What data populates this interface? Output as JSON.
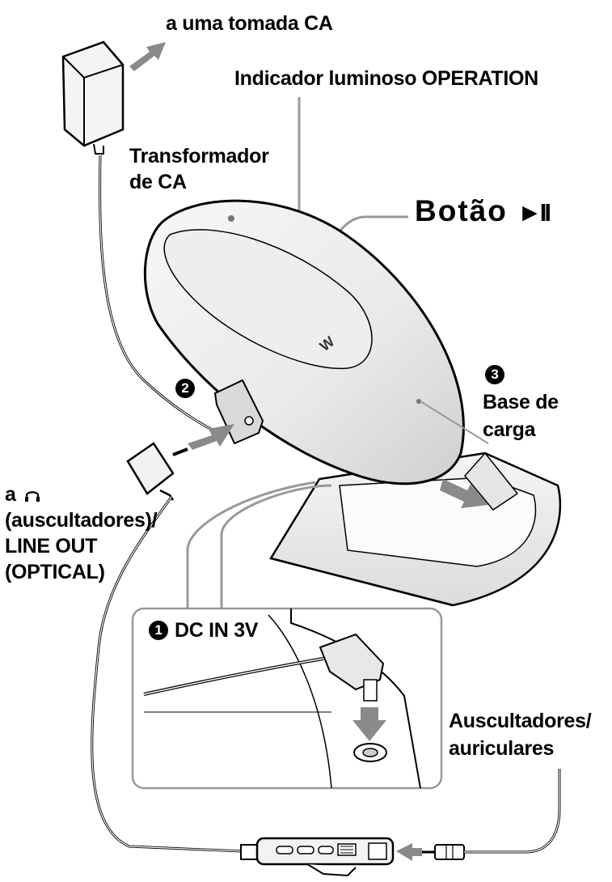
{
  "labels": {
    "ac_outlet": "a uma tomada CA",
    "operation_indicator": "Indicador luminoso OPERATION",
    "ac_adapter_line1": "Transformador",
    "ac_adapter_line2": "de CA",
    "play_button": "Botão",
    "play_button_symbol": "►II",
    "step2_marker": "2",
    "step3_marker": "3",
    "base_line1": "Base de",
    "base_line2": "carga",
    "headphone_jack_line1": "a",
    "headphone_jack_line2": "(auscultadores)/",
    "headphone_jack_line3": "LINE OUT",
    "headphone_jack_line4": "(OPTICAL)",
    "step1_marker": "1",
    "dc_in": "DC IN 3V",
    "earphones_line1": "Auscultadores/",
    "earphones_line2": "auriculares"
  },
  "device_logo": "W",
  "icons": {
    "headphone": "headphone-icon",
    "arrows": "arrow-icon"
  },
  "colors": {
    "line": "#000000",
    "arrow": "#8a8a8a",
    "device_fill": "#f2f2f2",
    "shadow": "#c8c8c8"
  }
}
